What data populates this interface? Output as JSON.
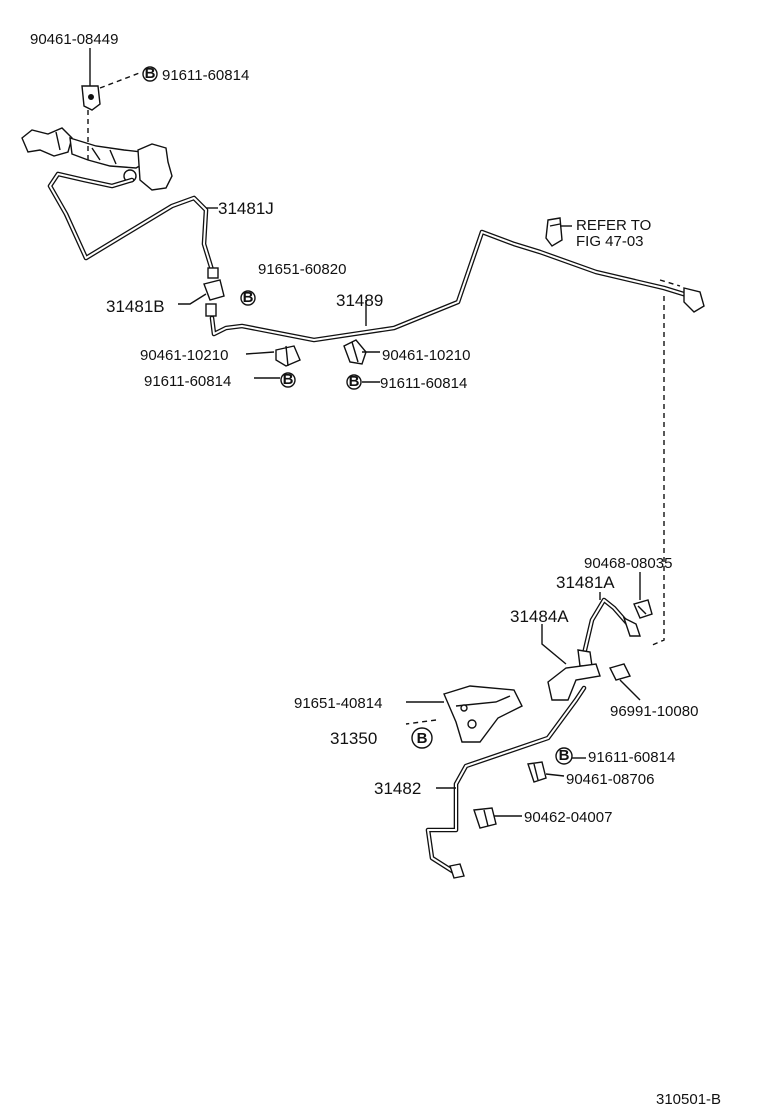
{
  "badge_letter": "B",
  "labels": {
    "p9046108449": "90461-08449",
    "p9161160814_top": "91611-60814",
    "p31481j": "31481J",
    "p9165160820": "91651-60820",
    "p31481b": "31481B",
    "p31489": "31489",
    "p9046110210_left": "90461-10210",
    "p9161160814_left": "91611-60814",
    "p9046110210_mid": "90461-10210",
    "p9161160814_mid": "91611-60814",
    "refer_line1": "REFER TO",
    "refer_line2": "FIG 47-03",
    "p9046808035": "90468-08035",
    "p31481a": "31481A",
    "p31484a": "31484A",
    "p9699110080": "96991-10080",
    "p9165140814": "91651-40814",
    "p31350": "31350",
    "p9161160814_low": "91611-60814",
    "p9046108706": "90461-08706",
    "p31482": "31482",
    "p9046204007": "90462-04007",
    "figure_code": "310501-B"
  }
}
